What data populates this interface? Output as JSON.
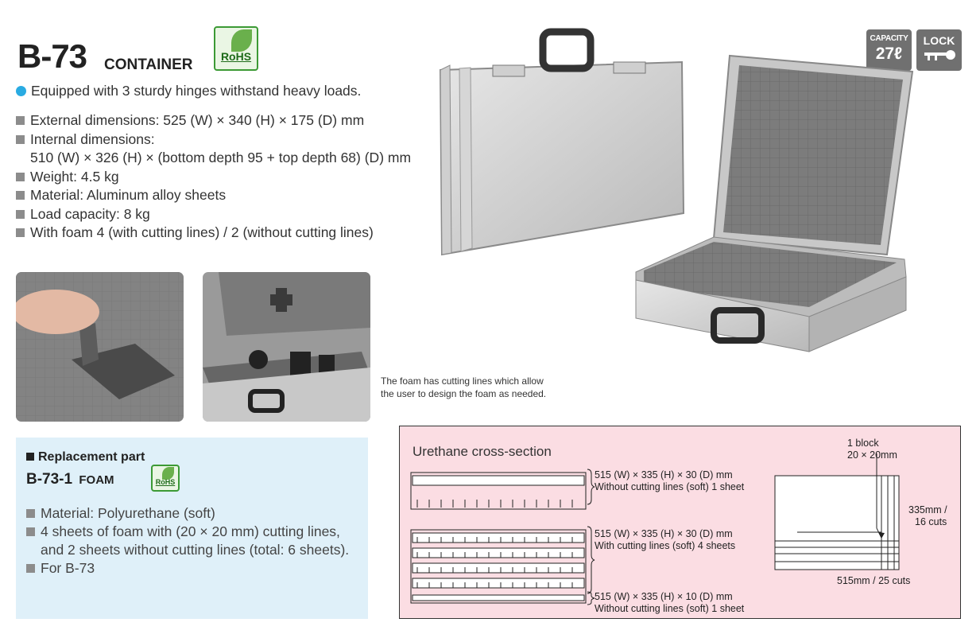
{
  "header": {
    "model": "B-73",
    "subtitle": "CONTAINER",
    "rohs_text": "RoHS"
  },
  "features": {
    "highlight": "Equipped with 3 sturdy hinges withstand heavy loads.",
    "specs": [
      "External dimensions: 525 (W) × 340 (H) × 175 (D) mm",
      "Internal dimensions:",
      "510 (W) × 326 (H) × (bottom depth 95 + top depth 68) (D) mm",
      "Weight: 4.5 kg",
      "Material: Aluminum alloy sheets",
      "Load capacity: 8 kg",
      "With foam 4 (with cutting lines) / 2 (without cutting lines)"
    ]
  },
  "badges": {
    "capacity_label": "CAPACITY",
    "capacity_value": "27ℓ",
    "lock_label": "LOCK"
  },
  "foam_caption": "The foam has cutting lines which allow the user to design the foam as needed.",
  "replacement": {
    "heading": "Replacement part",
    "model": "B-73-1",
    "model_suffix": "FOAM",
    "rohs_text": "RoHS",
    "items": [
      "Material: Polyurethane (soft)",
      "4 sheets of foam with (20 × 20 mm) cutting lines, and 2 sheets without cutting lines (total: 6 sheets).",
      "For B-73"
    ]
  },
  "cross_section": {
    "title": "Urethane cross-section",
    "sheet1_dims": "515 (W) × 335 (H) × 30 (D) mm",
    "sheet1_desc": "Without cutting lines (soft) 1 sheet",
    "sheet2_dims": "515 (W) × 335 (H) × 30 (D) mm",
    "sheet2_desc": "With cutting lines (soft) 4 sheets",
    "sheet3_dims": "515 (W) × 335 (H) × 10 (D) mm",
    "sheet3_desc": "Without cutting lines (soft) 1 sheet",
    "block_label_1": "1 block",
    "block_label_2": "20 × 20mm",
    "height_cuts_1": "335mm /",
    "height_cuts_2": "16 cuts",
    "width_cuts_main": "515mm",
    "width_cuts_sub": " / 25 cuts"
  },
  "colors": {
    "accent_blue": "#29abe2",
    "panel_blue": "#dff0f9",
    "panel_pink": "#fbdde3",
    "rohs_green": "#3c9a35"
  }
}
